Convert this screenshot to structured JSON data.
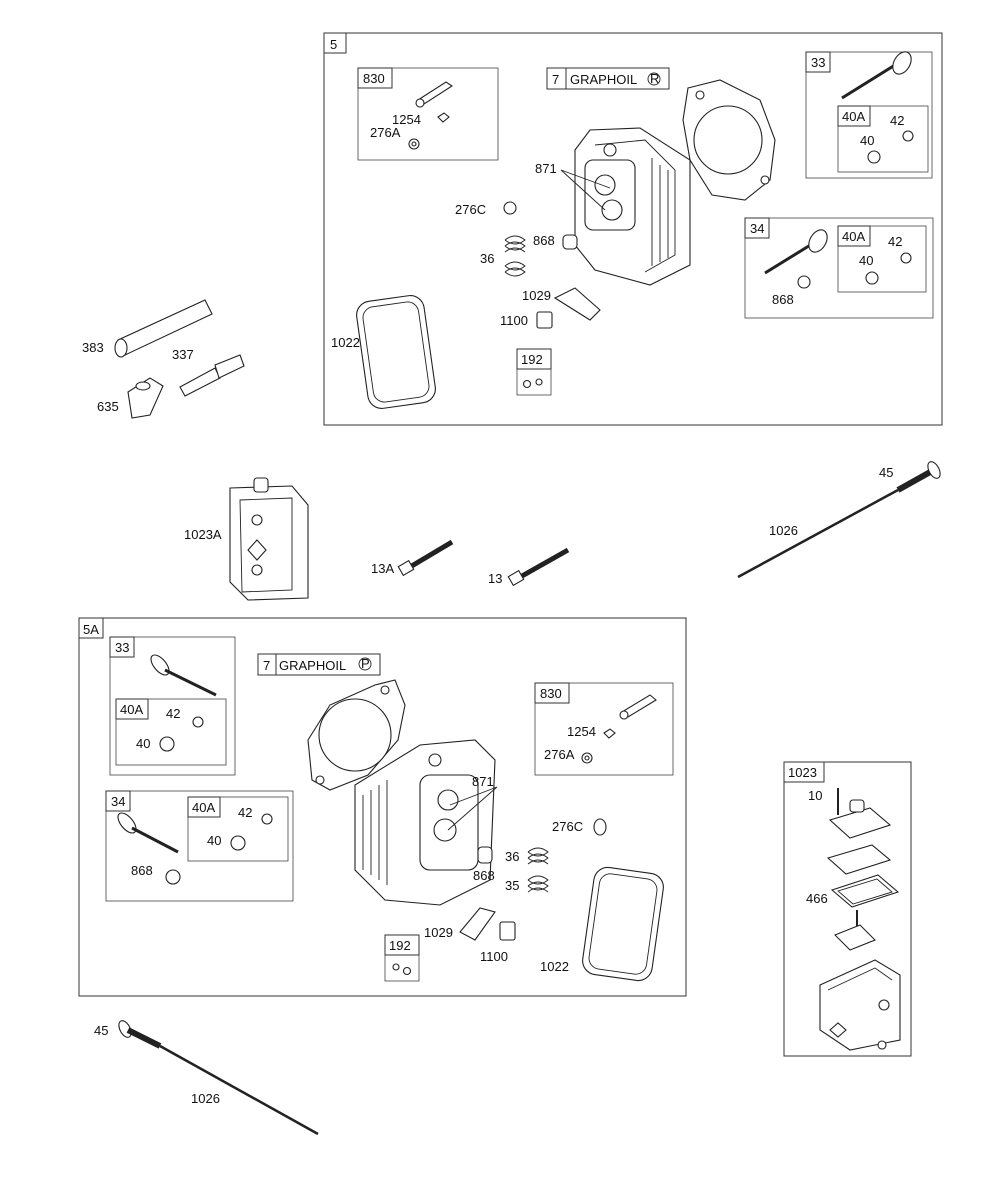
{
  "groups": {
    "g5": {
      "title": "5",
      "graphoil_num": "7",
      "graphoil_text": "GRAPHOIL",
      "graphoil_mark": "R",
      "kit830": {
        "title": "830",
        "a": "1254",
        "b": "276A"
      },
      "kit33": {
        "title": "33",
        "sub_title": "40A",
        "a": "42",
        "b": "40"
      },
      "kit34": {
        "title": "34",
        "sub_title": "40A",
        "a": "42",
        "b": "40",
        "c": "868"
      },
      "kit192": {
        "title": "192"
      },
      "labels": {
        "p871": "871",
        "p276c": "276C",
        "p36": "36",
        "p868": "868",
        "p1029": "1029",
        "p1100": "1100",
        "p1022": "1022"
      }
    },
    "g5a": {
      "title": "5A",
      "graphoil_num": "7",
      "graphoil_text": "GRAPHOIL",
      "graphoil_mark": "P",
      "kit830": {
        "title": "830",
        "a": "1254",
        "b": "276A"
      },
      "kit33": {
        "title": "33",
        "sub_title": "40A",
        "a": "42",
        "b": "40"
      },
      "kit34": {
        "title": "34",
        "sub_title": "40A",
        "a": "42",
        "b": "40",
        "c": "868"
      },
      "kit192": {
        "title": "192"
      },
      "labels": {
        "p871": "871",
        "p276c": "276C",
        "p36": "36",
        "p35": "35",
        "p868": "868",
        "p1029": "1029",
        "p1100": "1100",
        "p1022": "1022"
      }
    },
    "g1023": {
      "title": "1023",
      "p10": "10",
      "p466": "466"
    }
  },
  "loose": {
    "p383": "383",
    "p337": "337",
    "p635": "635",
    "p1023a": "1023A",
    "p13a": "13A",
    "p13": "13",
    "p45_top": "45",
    "p1026_top": "1026",
    "p45_bot": "45",
    "p1026_bot": "1026"
  }
}
